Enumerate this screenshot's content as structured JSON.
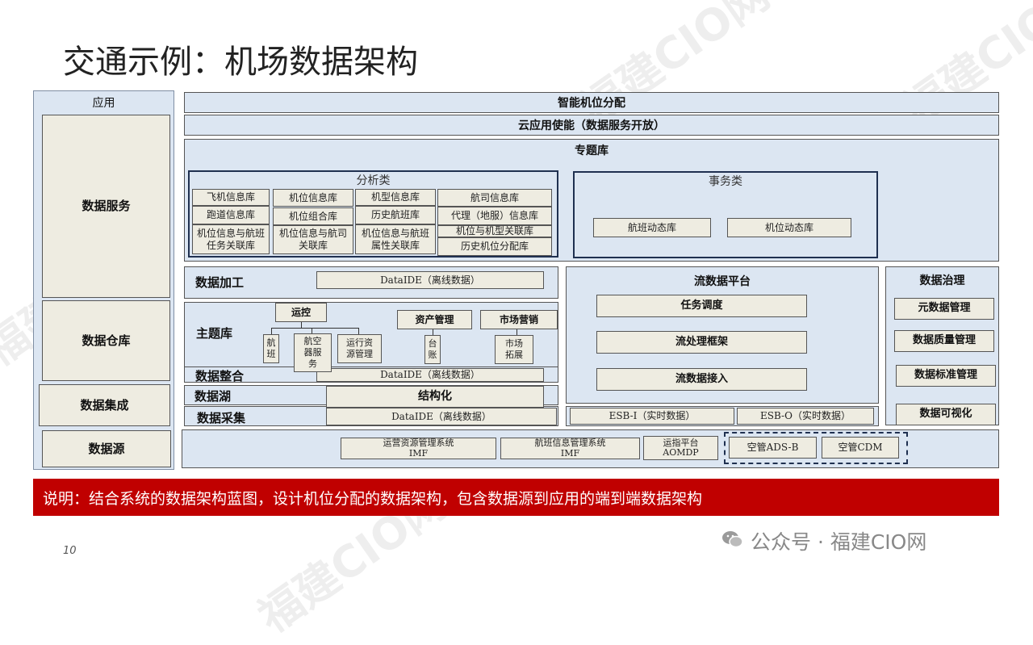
{
  "title": "交通示例：机场数据架构",
  "left": {
    "header": "应用",
    "items": [
      "数据服务",
      "数据仓库",
      "数据集成",
      "数据源"
    ]
  },
  "top": [
    "智能机位分配",
    "云应用使能（数据服务开放）"
  ],
  "topic_lib": {
    "title": "专题库",
    "analysis": {
      "title": "分析类",
      "col1": [
        "飞机信息库",
        "跑道信息库",
        "机位信息与航班任务关联库"
      ],
      "col2": [
        "机位信息库",
        "机位组合库",
        "机位信息与航司关联库"
      ],
      "col3": [
        "机型信息库",
        "历史航班库",
        "机位信息与航班属性关联库"
      ],
      "col4": [
        "航司信息库",
        "代理（地服）信息库",
        "机位与机型关联库",
        "历史机位分配库"
      ]
    },
    "business": {
      "title": "事务类",
      "items": [
        "航班动态库",
        "机位动态库"
      ]
    }
  },
  "processing": {
    "label": "数据加工",
    "tool": "DataIDE（离线数据）"
  },
  "subject": {
    "label": "主题库",
    "yunkong": "运控",
    "yunkong_children": [
      "航班",
      "航空器服务",
      "运行资源管理"
    ],
    "asset": "资产管理",
    "asset_child": "台账",
    "market": "市场营销",
    "market_child": "市场拓展"
  },
  "integration": {
    "label": "数据整合",
    "tool": "DataIDE（离线数据）"
  },
  "lake": {
    "label": "数据湖",
    "tool": "结构化"
  },
  "collection": {
    "label": "数据采集",
    "tool": "DataIDE（离线数据）"
  },
  "stream": {
    "title": "流数据平台",
    "items": [
      "任务调度",
      "流处理框架",
      "流数据接入"
    ],
    "esb": [
      "ESB-I（实时数据）",
      "ESB-O（实时数据）"
    ]
  },
  "governance": {
    "title": "数据治理",
    "items": [
      "元数据管理",
      "数据质量管理",
      "数据标准管理",
      "数据可视化"
    ]
  },
  "sources": [
    "运营资源管理系统\nIMF",
    "航班信息管理系统\nIMF",
    "运指平台\nAOMDP",
    "空管ADS-B",
    "空管CDM"
  ],
  "note": "说明：结合系统的数据架构蓝图，设计机位分配的数据架构，包含数据源到应用的端到端数据架构",
  "page_number": "10",
  "footer": "公众号 · 福建CIO网",
  "watermark": "福建CIO网",
  "colors": {
    "panel": "#dce6f2",
    "box": "#eeece1",
    "banner": "#c00000"
  }
}
